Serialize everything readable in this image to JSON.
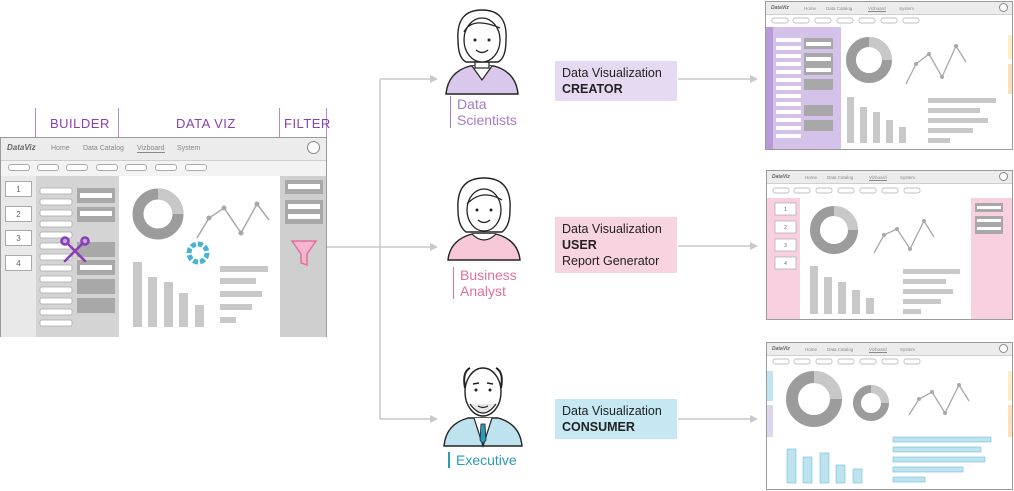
{
  "sections": {
    "builder": "BUILDER",
    "dataviz": "DATA VIZ",
    "filter": "FILTER"
  },
  "app": {
    "logo": "DataViz",
    "nav": [
      "Home",
      "Data Catalog",
      "Vizboard",
      "System"
    ],
    "list_numbers": [
      "1",
      "2",
      "3",
      "4"
    ]
  },
  "personas": [
    {
      "label_line1": "Data",
      "label_line2": "Scientists",
      "color": "#a77bc9",
      "fill": "#d9c8ec",
      "callout_line1": "Data Visualization",
      "callout_line2": "CREATOR",
      "callout_line3": "",
      "callout_bg": "#e6daf3"
    },
    {
      "label_line1": "Business",
      "label_line2": "Analyst",
      "color": "#e0719b",
      "fill": "#f6c8d8",
      "callout_line1": "Data Visualization",
      "callout_line2": "USER",
      "callout_line3": "Report Generator",
      "callout_bg": "#f8d3e0"
    },
    {
      "label_line1": "Executive",
      "label_line2": "",
      "color": "#2a9bb8",
      "fill": "#bfe2ef",
      "callout_line1": "Data Visualization",
      "callout_line2": "CONSUMER",
      "callout_line3": "",
      "callout_bg": "#c6e8f3"
    }
  ],
  "colors": {
    "creator_accent": "#d5c2ea",
    "user_accent": "#f8d0df",
    "consumer_accent": "#c2e3f0",
    "arrow": "#c8c8c8",
    "builder_purple": "#8a3fb3",
    "filter_pink": "#e0719b",
    "ring_blue": "#4ab3d4"
  },
  "icons": [
    "tools-icon",
    "filter-funnel-icon",
    "user-avatar-icon"
  ]
}
